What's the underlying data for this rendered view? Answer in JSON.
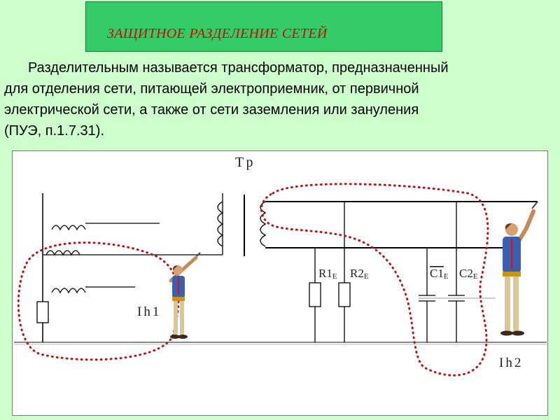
{
  "header": {
    "title": "ЗАЩИТНОЕ  РАЗДЕЛЕНИЕ СЕТЕЙ"
  },
  "definition": {
    "lines": [
      "Разделительным называется трансформатор,  предназначенный",
      "для отделения сети,  питающей  электроприемник, от первичной",
      "электрической сети, а также от сети заземления или зануления",
      "(ПУЭ, п.1.7.31)."
    ]
  },
  "diagram": {
    "transformer_label": "Тр",
    "r1_label": "R1",
    "r1_sub": "E",
    "r2_label": "R2",
    "r2_sub": "E",
    "c1_label": "C1",
    "c1_sub": "E",
    "c2_label": "C2",
    "c2_sub": "E",
    "ih1_label": "Ih1",
    "ih2_label": "Ih2",
    "colors": {
      "loop": "#b01818",
      "wire": "#000000",
      "ground": "#888888",
      "title_box": "#33cc66",
      "title_text": "#e00000",
      "page_bg": "#ccffcc"
    }
  }
}
